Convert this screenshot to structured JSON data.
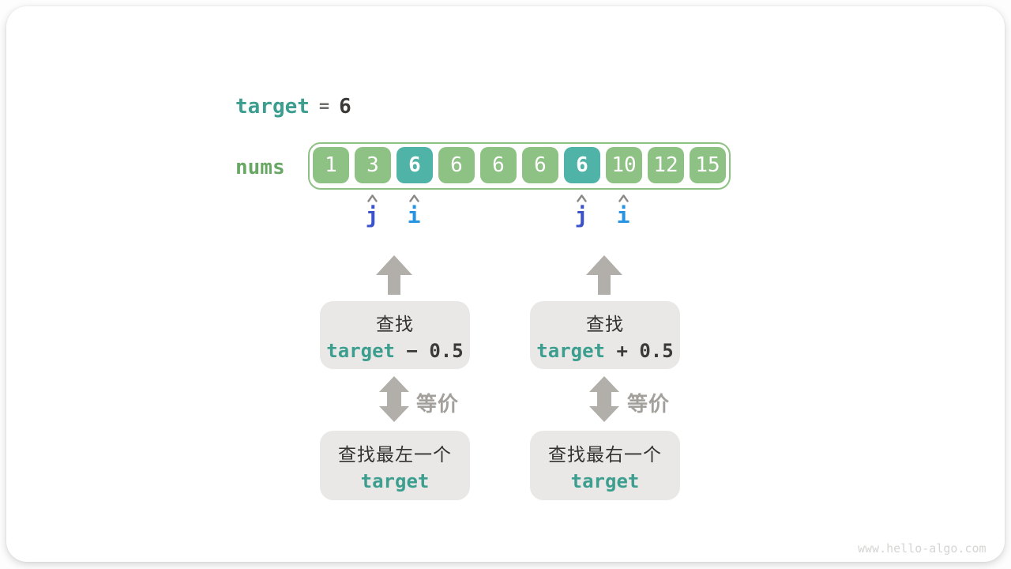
{
  "target_line": {
    "variable": "target",
    "operator": "=",
    "value": "6"
  },
  "array": {
    "label": "nums",
    "values": [
      "1",
      "3",
      "6",
      "6",
      "6",
      "6",
      "6",
      "10",
      "12",
      "15"
    ],
    "highlight_indices": [
      2,
      6
    ]
  },
  "pointers": [
    {
      "label": "j"
    },
    {
      "label": "i"
    },
    {
      "label": "j"
    },
    {
      "label": "i"
    }
  ],
  "left_flow": {
    "search_line1": "查找",
    "search_code": "target",
    "search_suffix": " − 0.5",
    "equiv_label": "等价",
    "result_line1": "查找最左一个",
    "result_code": "target"
  },
  "right_flow": {
    "search_line1": "查找",
    "search_code": "target",
    "search_suffix": " + 0.5",
    "equiv_label": "等价",
    "result_line1": "查找最右一个",
    "result_code": "target"
  },
  "watermark": "www.hello-algo.com",
  "colors": {
    "teal_text": "#3c9e8e",
    "green_text": "#69a864",
    "cell_green": "#8ec184",
    "cell_highlight_teal": "#4fb3a8",
    "flow_box_gray": "#e9e8e6",
    "arrow_gray": "#b2afab",
    "caret_gray": "#8b8985",
    "pointer_j_blue": "#3a52cc",
    "pointer_i_blue": "#2693e3",
    "equiv_label_gray": "#a3a09c",
    "dark_text": "#3b3a39"
  }
}
